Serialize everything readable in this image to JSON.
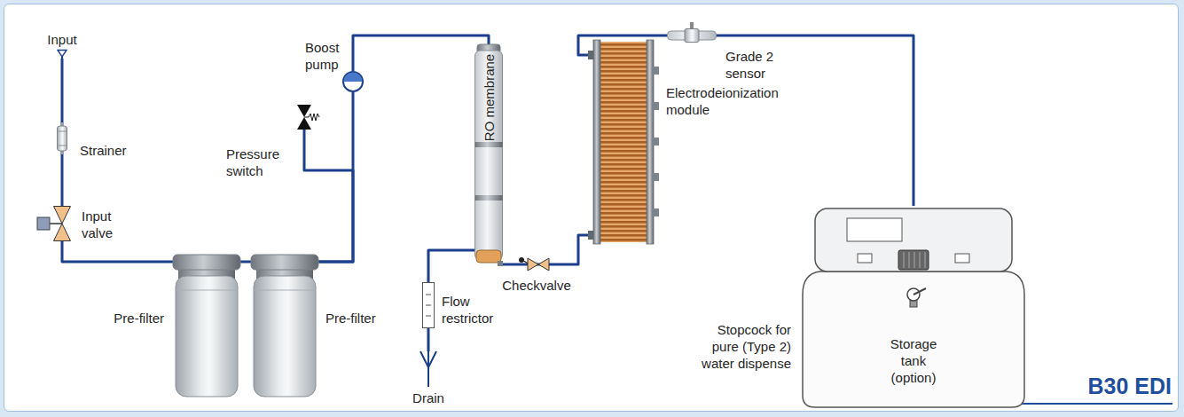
{
  "diagram": {
    "title": "B30 EDI",
    "nodes": [
      {
        "text": [
          "Input"
        ]
      },
      {
        "text": [
          "Strainer"
        ]
      },
      {
        "text": [
          "Input valve"
        ]
      },
      {
        "text": [
          "Pre-filter"
        ]
      },
      {
        "text": [
          "Pre-filter"
        ]
      },
      {
        "text": [
          "Boost pump"
        ]
      },
      {
        "text": [
          "Pressure switch"
        ]
      },
      {
        "text": [
          "RO membrane"
        ]
      },
      {
        "text": [
          "Flow restrictor"
        ]
      },
      {
        "text": [
          "Drain"
        ]
      },
      {
        "text": [
          "Checkvalve"
        ]
      },
      {
        "text": [
          "Electrodeionization module"
        ]
      },
      {
        "text": [
          "Grade 2 sensor"
        ]
      },
      {
        "text": [
          "Storage tank (option)"
        ]
      }
    ],
    "edges": [
      {
        "from": 0,
        "to": 1,
        "arrow": "none"
      },
      {
        "from": 1,
        "to": 2,
        "arrow": "none"
      },
      {
        "from": 2,
        "to": 3,
        "arrow": "none"
      },
      {
        "from": 3,
        "to": 4,
        "arrow": "none"
      },
      {
        "from": 4,
        "to": 5,
        "arrow": "none"
      },
      {
        "from": 4,
        "to": 6,
        "arrow": "none"
      },
      {
        "from": 5,
        "to": 7,
        "arrow": "none"
      },
      {
        "from": 7,
        "to": 8,
        "arrow": "none"
      },
      {
        "from": 8,
        "to": 9,
        "arrow": "none"
      },
      {
        "from": 7,
        "to": 10,
        "arrow": "none"
      },
      {
        "from": 10,
        "to": 11,
        "arrow": "none"
      },
      {
        "from": 11,
        "to": 12,
        "arrow": "none"
      },
      {
        "from": 12,
        "to": 13,
        "arrow": "none"
      }
    ],
    "labels": [
      "Stopcock for pure (Type 2) water dispense"
    ]
  }
}
